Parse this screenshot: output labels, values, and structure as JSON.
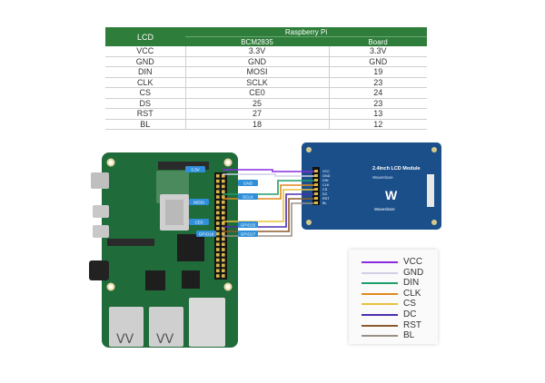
{
  "table": {
    "header_lcd": "LCD",
    "header_rpi": "Raspberry Pi",
    "header_bcm": "BCM2835",
    "header_board": "Board",
    "rows": [
      {
        "lcd": "VCC",
        "bcm": "3.3V",
        "board": "3.3V"
      },
      {
        "lcd": "GND",
        "bcm": "GND",
        "board": "GND"
      },
      {
        "lcd": "DIN",
        "bcm": "MOSI",
        "board": "19"
      },
      {
        "lcd": "CLK",
        "bcm": "SCLK",
        "board": "23"
      },
      {
        "lcd": "CS",
        "bcm": "CE0",
        "board": "24"
      },
      {
        "lcd": "DS",
        "bcm": "25",
        "board": "23"
      },
      {
        "lcd": "RST",
        "bcm": "27",
        "board": "13"
      },
      {
        "lcd": "BL",
        "bcm": "18",
        "board": "12"
      }
    ]
  },
  "lcd_module": {
    "title": "2.4inch LCD Module",
    "line2": "Waveshare",
    "brand": "Waveshare",
    "pins": [
      "VCC",
      "GND",
      "DIN",
      "CLK",
      "CS",
      "DC",
      "RST",
      "BL"
    ]
  },
  "pi_tags": [
    {
      "text": "3.3V"
    },
    {
      "text": "GND"
    },
    {
      "text": "MOSI"
    },
    {
      "text": "SCLK"
    },
    {
      "text": "CE0"
    },
    {
      "text": "GPIO25"
    },
    {
      "text": "GPIO27"
    },
    {
      "text": "GPIO18"
    }
  ],
  "legend": {
    "items": [
      {
        "label": "VCC",
        "color": "#8a2be2"
      },
      {
        "label": "GND",
        "color": "#cfcfe8"
      },
      {
        "label": "DIN",
        "color": "#1f9e6b"
      },
      {
        "label": "CLK",
        "color": "#e08a1e"
      },
      {
        "label": "CS",
        "color": "#e8c23a"
      },
      {
        "label": "DC",
        "color": "#4b2fb0"
      },
      {
        "label": "RST",
        "color": "#8b5a2b"
      },
      {
        "label": "BL",
        "color": "#9a8f86"
      }
    ]
  },
  "colors": {
    "board_green": "#1f6b3a",
    "table_header": "#2f7d3a",
    "lcd_blue": "#1b4f8a",
    "tag_blue": "#2f8fd8"
  }
}
